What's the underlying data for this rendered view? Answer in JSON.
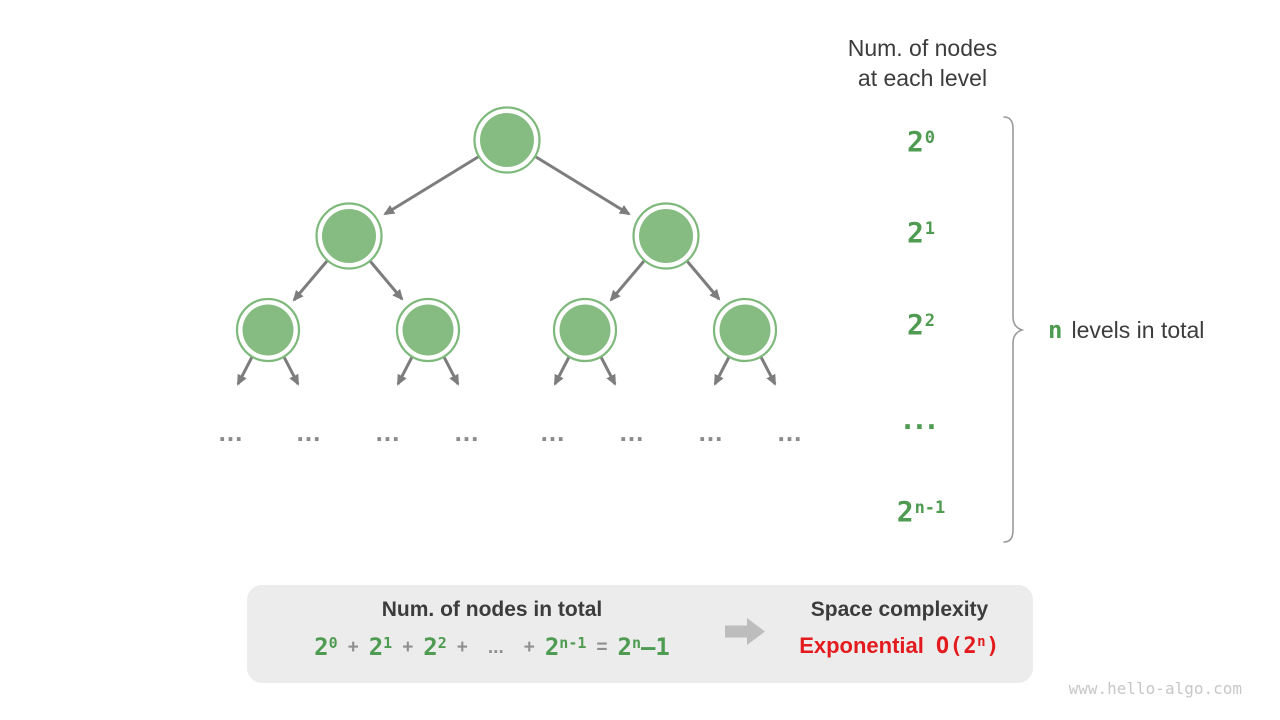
{
  "colors": {
    "green": "#4e9b51",
    "node_fill": "#86bc81",
    "node_ring": "#7eb97b",
    "edge_gray": "#7d7d7d",
    "dot_gray": "#8a8a8a",
    "text_dark": "#3c3c3c",
    "op_gray": "#8f8f8f",
    "box_bg": "#ececec",
    "red": "#e31b1e",
    "brace_gray": "#9a9a9a",
    "block_arrow_gray": "#bdbdbd",
    "watermark_gray": "#c7c7c7"
  },
  "header": {
    "title_line1": "Num. of nodes",
    "title_line2": "at each level"
  },
  "levels": [
    {
      "base": "2",
      "sup": "0"
    },
    {
      "base": "2",
      "sup": "1"
    },
    {
      "base": "2",
      "sup": "2"
    },
    {
      "dots": "..."
    },
    {
      "base": "2",
      "sup": "n-1"
    }
  ],
  "brace_note": {
    "n": "n",
    "rest": "levels in total"
  },
  "tree": {
    "leaf_ellipsis": [
      "...",
      "...",
      "...",
      "...",
      "...",
      "...",
      "...",
      "..."
    ]
  },
  "summary": {
    "left_title": "Num. of nodes in total",
    "formula": [
      {
        "t": "2",
        "sup": "0",
        "cls": "g"
      },
      {
        "t": "+",
        "cls": "op"
      },
      {
        "t": "2",
        "sup": "1",
        "cls": "g"
      },
      {
        "t": "+",
        "cls": "op"
      },
      {
        "t": "2",
        "sup": "2",
        "cls": "g"
      },
      {
        "t": "+",
        "cls": "op"
      },
      {
        "t": "...",
        "cls": "op"
      },
      {
        "t": "+",
        "cls": "op"
      },
      {
        "t": "2",
        "sup": "n-1",
        "cls": "g"
      },
      {
        "t": "=",
        "cls": "op"
      },
      {
        "t": "2",
        "sup": "n",
        "cls": "g"
      },
      {
        "t": "–1",
        "cls": "g tight"
      }
    ],
    "right_title": "Space complexity",
    "complexity": {
      "label": "Exponential",
      "open": "O(2",
      "sup": "n",
      "close": ")"
    }
  },
  "watermark": "www.hello-algo.com"
}
